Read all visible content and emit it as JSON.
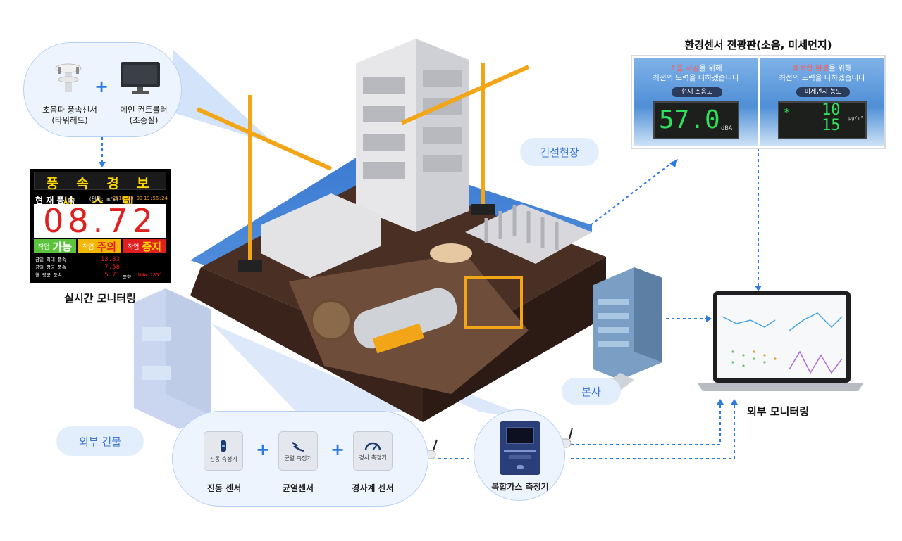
{
  "top_left": {
    "sensor_label": "초음파 풍속센서\n(타워헤드)",
    "controller_label": "메인 컨트롤러\n(조종실)"
  },
  "wind_board": {
    "title": "풍 속 경 보 시 스 템",
    "current_label": "현 재 풍 속",
    "unit_label": "(단위: m/s)",
    "date": "2018.03.09",
    "time": "19:56:24",
    "value": "08.72",
    "status_ok": {
      "prefix": "작업",
      "word": "가능",
      "color": "#5cc43c"
    },
    "status_warn": {
      "prefix": "작업",
      "word": "주의",
      "color": "#f2b705"
    },
    "status_stop": {
      "prefix": "작업",
      "word": "중지",
      "color": "#e02020"
    },
    "stats": [
      {
        "label": "금일 최대 풍속",
        "value": "13.33"
      },
      {
        "label": "금일 평균 풍속",
        "value": "7.58"
      },
      {
        "label": "월 평균 풍속",
        "value": "5.71"
      }
    ],
    "direction_label": "풍향",
    "direction_value": "WNW 285°",
    "caption": "실시간 모니터링"
  },
  "env_board": {
    "title": "환경센서 전광판(소음, 미세먼지)",
    "left": {
      "line1_highlight": "소음 저감",
      "line1_rest": "을 위해",
      "line2": "최선의 노력을 다하겠습니다",
      "chip": "현재 소음도",
      "value": "57.0",
      "unit": "dBA"
    },
    "right": {
      "line1_highlight": "쾌적한 환경",
      "line1_rest": "을 위해",
      "line2": "최선의 노력을 다하겠습니다",
      "chip": "미세먼지 농도",
      "value_top": "10",
      "value_bottom": "15",
      "unit": "μg/m³"
    }
  },
  "labels": {
    "construction_site": "건설현장",
    "headquarters": "본사",
    "external_building": "외부 건물",
    "external_monitoring": "외부 모니터링"
  },
  "sensors": [
    {
      "box_label": "진동 측정기",
      "caption": "진동 센서"
    },
    {
      "box_label": "균열 측정기",
      "caption": "균열센서"
    },
    {
      "box_label": "경사 측정기",
      "caption": "경사계 센서"
    }
  ],
  "gas": {
    "caption": "복합가스 측정기"
  },
  "colors": {
    "accent": "#2e7be0",
    "pill_bg": "#e3eefc",
    "pill_text": "#3a73d1"
  }
}
